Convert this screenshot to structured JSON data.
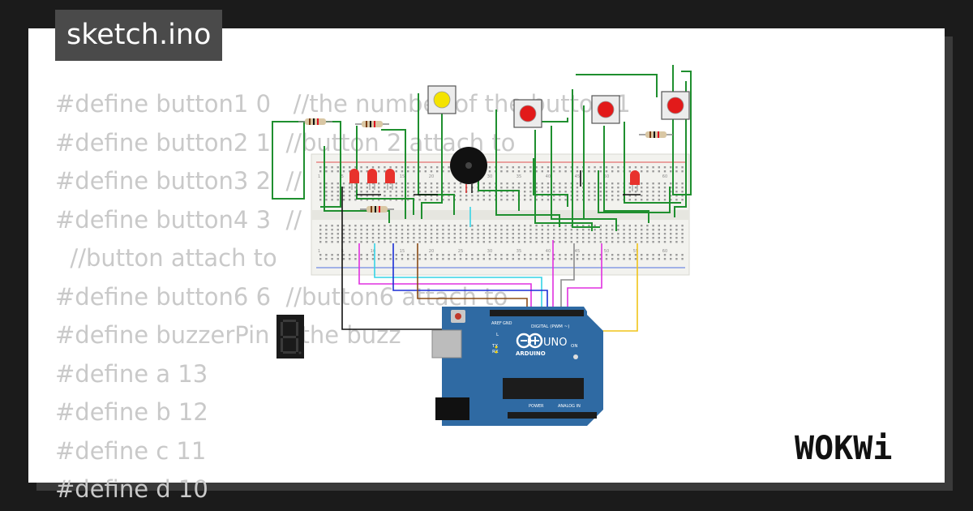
{
  "window": {
    "filename": "sketch.ino",
    "brand": "WOKWi"
  },
  "code_lines": [
    "#define button1 0   //the number of the button 1",
    "#define button2 1  //button 2 attach to",
    "#define button3 2  //",
    "#define button4 3  //",
    "  //button attach to",
    "#define button6 6  //button6 attach to",
    "#define buzzerPin  //the buzz",
    "#define a 13",
    "#define b 12",
    "#define c 11",
    "#define d 10"
  ],
  "arduino": {
    "model": "UNO",
    "maker": "ARDUINO",
    "header_digital": "DIGITAL (PWM ~)",
    "header_power": "POWER",
    "header_analog": "ANALOG IN",
    "label_tx": "TX",
    "label_rx": "RX",
    "label_l": "L",
    "label_on": "ON",
    "label_aref": "AREF",
    "label_gnd": "GND"
  },
  "seven_segment": {
    "digit": "8"
  },
  "breadboard": {
    "column_labels": [
      "1",
      "5",
      "10",
      "15",
      "20",
      "25",
      "30",
      "35",
      "40",
      "45",
      "50",
      "55",
      "60"
    ]
  },
  "colors": {
    "background": "#1b1b1b",
    "frame": "#ffffff",
    "code_text": "#c9c9c9",
    "tab": "#4a4a4a",
    "wire_green": "#1f8f2f",
    "wire_cyan": "#35d3e6",
    "wire_magenta": "#e030e0",
    "wire_blue": "#1c2fd6",
    "wire_yellow": "#f0c419",
    "wire_brown": "#8a4b16",
    "wire_gray": "#8c8c8c",
    "wire_black": "#111111",
    "arduino_blue": "#2f6aa3",
    "led_red": "#e8322c",
    "button_red": "#e21a1a",
    "button_yellow": "#f4e300"
  }
}
